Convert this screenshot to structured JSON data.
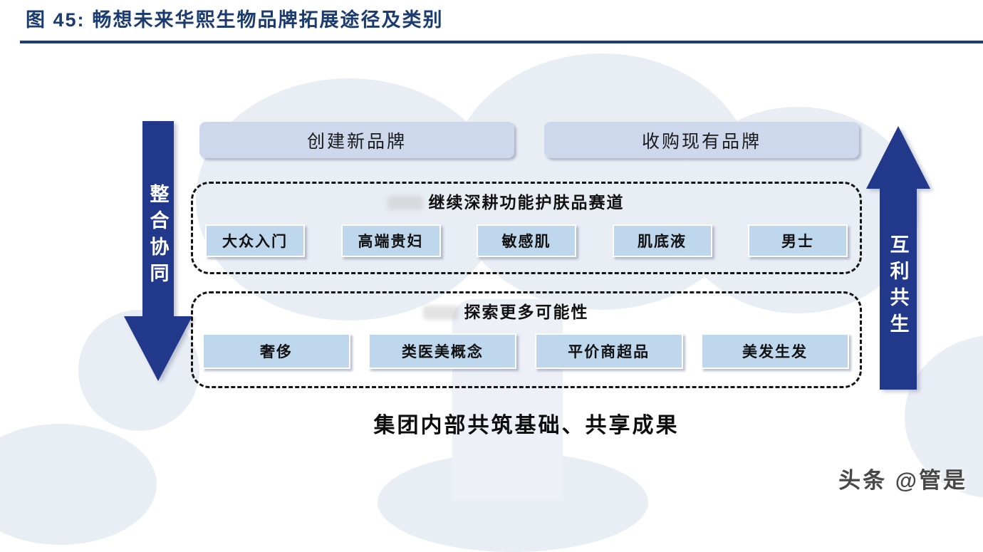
{
  "figure": {
    "label": "图 45:",
    "title": "畅想未来华熙生物品牌拓展途径及类别"
  },
  "colors": {
    "header_navy": "#1c3b6e",
    "arrow_navy": "#22398b",
    "top_box_fill": "#cdd8ec",
    "item_box_fill": "#bed7ed",
    "dashed_border": "#141414",
    "watermark_shape": "#e9edf4"
  },
  "left_arrow": {
    "label": "整合协同",
    "direction": "down"
  },
  "right_arrow": {
    "label": "互利共生",
    "direction": "up"
  },
  "top_boxes": [
    {
      "label": "创建新品牌"
    },
    {
      "label": "收购现有品牌"
    }
  ],
  "groups": [
    {
      "title": "继续深耕功能护肤品赛道",
      "items": [
        "大众入门",
        "高端贵妇",
        "敏感肌",
        "肌底液",
        "男士"
      ]
    },
    {
      "title": "探索更多可能性",
      "items": [
        "奢侈",
        "类医美概念",
        "平价商超品",
        "美发生发"
      ]
    }
  ],
  "footer": {
    "caption": "集团内部共筑基础、共享成果"
  },
  "watermark_text": "头条 @管是"
}
